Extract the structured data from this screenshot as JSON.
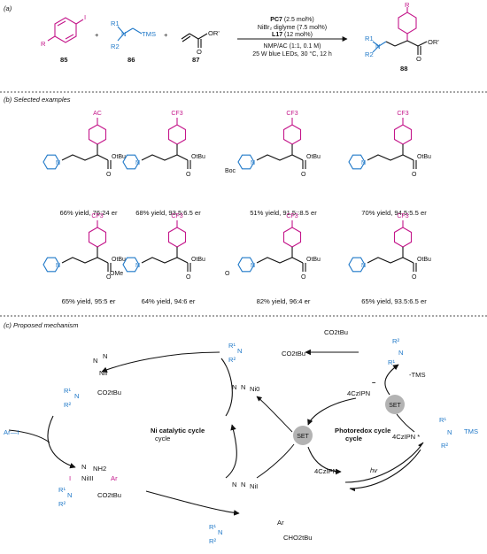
{
  "colors": {
    "blue": "#1f78c8",
    "magenta": "#c4168a",
    "black": "#111111",
    "gray": "#b3b3b3"
  },
  "section_a": {
    "label": "(a)",
    "compounds": [
      {
        "id": "85",
        "substituents": [
          "R",
          "I"
        ]
      },
      {
        "id": "86",
        "substituents": [
          "R1",
          "N",
          "R2",
          "TMS"
        ]
      },
      {
        "id": "87",
        "substituents": [
          "O",
          "OR'"
        ]
      },
      {
        "id": "88",
        "substituents": [
          "R",
          "R1",
          "N",
          "R2",
          "O",
          "OR'"
        ]
      }
    ],
    "plus": "+",
    "conditions": {
      "line1_bold": "PC7",
      "line1_rest": " (2.5 mol%)",
      "line2": "NiBr₂ diglyme (7.5 mol%)",
      "line3_bold": "L17",
      "line3_rest": " (12 mol%)",
      "line4": "NMP/AC (1:1, 0.1 M)",
      "line5": "25 W blue LEDs, 30 °C, 12 h"
    }
  },
  "section_b": {
    "label": "(b) Selected examples",
    "examples": [
      {
        "group": "AC",
        "ester": "OtBu",
        "yield": "66% yield, 76:24 er"
      },
      {
        "group": "CF3",
        "ester": "OtBu",
        "yield": "68% yield, 93.5:6.5 er"
      },
      {
        "group": "CF3",
        "ester": "OtBu",
        "extra": "Boc",
        "yield": "51% yield, 91.5::8.5 er"
      },
      {
        "group": "CF3",
        "ester": "OtBu",
        "yield": "70% yield, 94.5:5.5 er"
      },
      {
        "group": "CF3",
        "ester": "OtBu",
        "yield": "65% yield, 95:5 er"
      },
      {
        "group": "CF3",
        "ester": "OtBu",
        "extra": "OMe",
        "yield": "64% yield, 94:6 er"
      },
      {
        "group": "CF3",
        "ester": "OtBu",
        "extra": "O",
        "yield": "82% yield, 96:4 er"
      },
      {
        "group": "CF3",
        "ester": "OtBu",
        "yield": "65% yield, 93.5:6.5 er"
      }
    ]
  },
  "section_c": {
    "label": "(c) Proposed mechanism",
    "ni_cycle": "Ni catalytic cycle",
    "photo_cycle": "Photoredox cycle",
    "set": "SET",
    "minus_tms": "-TMS",
    "hv": "hv",
    "cat": "4CzIPN",
    "cat_radical_anion": "4CzIPN",
    "cat_excited": "4CzIPN *",
    "radical_label": "CO2tBu",
    "acrylate": "CO2tBu",
    "aryl_iodide": "Ar—I",
    "product_ester": "CHO2tBu",
    "ni0": "Ni0",
    "ni1": "NiI",
    "ni1b": "NiI",
    "ni3": "NiIII",
    "ar": "Ar",
    "nh2": "NH2",
    "i": "I",
    "tms": "TMS"
  }
}
